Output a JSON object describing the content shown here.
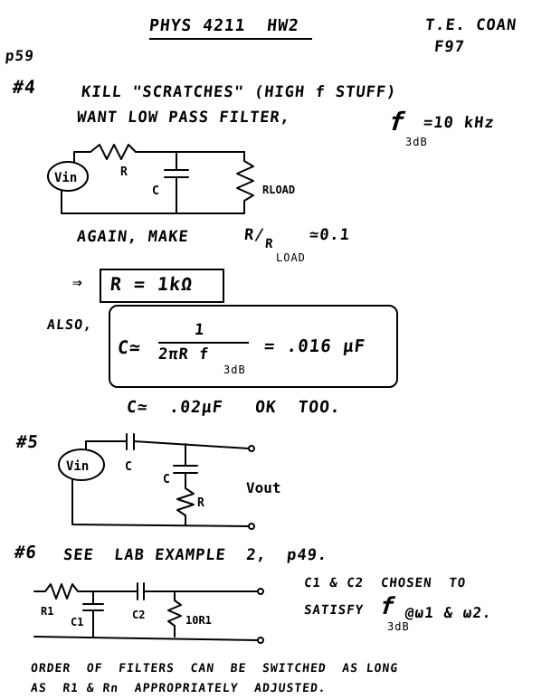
{
  "header": {
    "course": "PHYS 4211  HW2",
    "author": "T.E. COAN",
    "term": "F97",
    "page_ref": "p59"
  },
  "problem4": {
    "number": "#4",
    "line1": "KILL \"SCRATCHES\" (HIGH f STUFF)",
    "line2": "WANT LOW PASS FILTER,",
    "f_symbol": "f",
    "f_sub": "3dB",
    "f_value": "=10 kHz",
    "circuit": {
      "source": "Vin",
      "r_label": "R",
      "c_label": "C",
      "load_label": "RLOAD"
    },
    "again_text": "AGAIN, MAKE",
    "ratio_num": "R/",
    "ratio_den": "R",
    "ratio_den_sub": "LOAD",
    "ratio_value": "≃0.1",
    "arrow": "⇒",
    "r_result": "R = 1kΩ",
    "also": "ALSO,",
    "c_formula_left": "C≃",
    "c_formula_num": "1",
    "c_formula_den": "2πR f",
    "c_formula_den_sub": "3dB",
    "c_formula_value": "= .016 μF",
    "c_alt": "C≃  .02μF   OK  TOO."
  },
  "problem5": {
    "number": "#5",
    "circuit": {
      "source": "Vin",
      "c1_label": "C",
      "c2_label": "C",
      "r_label": "R",
      "out_label": "Vout"
    }
  },
  "problem6": {
    "number": "#6",
    "see": "SEE  LAB EXAMPLE  2,  p49.",
    "circuit": {
      "r1_label": "R1",
      "c1_label": "C1",
      "c2_label": "C2",
      "r_load_label": "10R1"
    },
    "note_line1": "C1 & C2  CHOSEN  TO",
    "note_line2": "SATISFY",
    "note_f": "f",
    "note_f_sub": "3dB",
    "note_tail": "@ω1 & ω2.",
    "footer_line1": "ORDER  OF  FILTERS  CAN  BE  SWITCHED  AS LONG",
    "footer_line2": "AS  R1 & Rn  APPROPRIATELY  ADJUSTED."
  }
}
